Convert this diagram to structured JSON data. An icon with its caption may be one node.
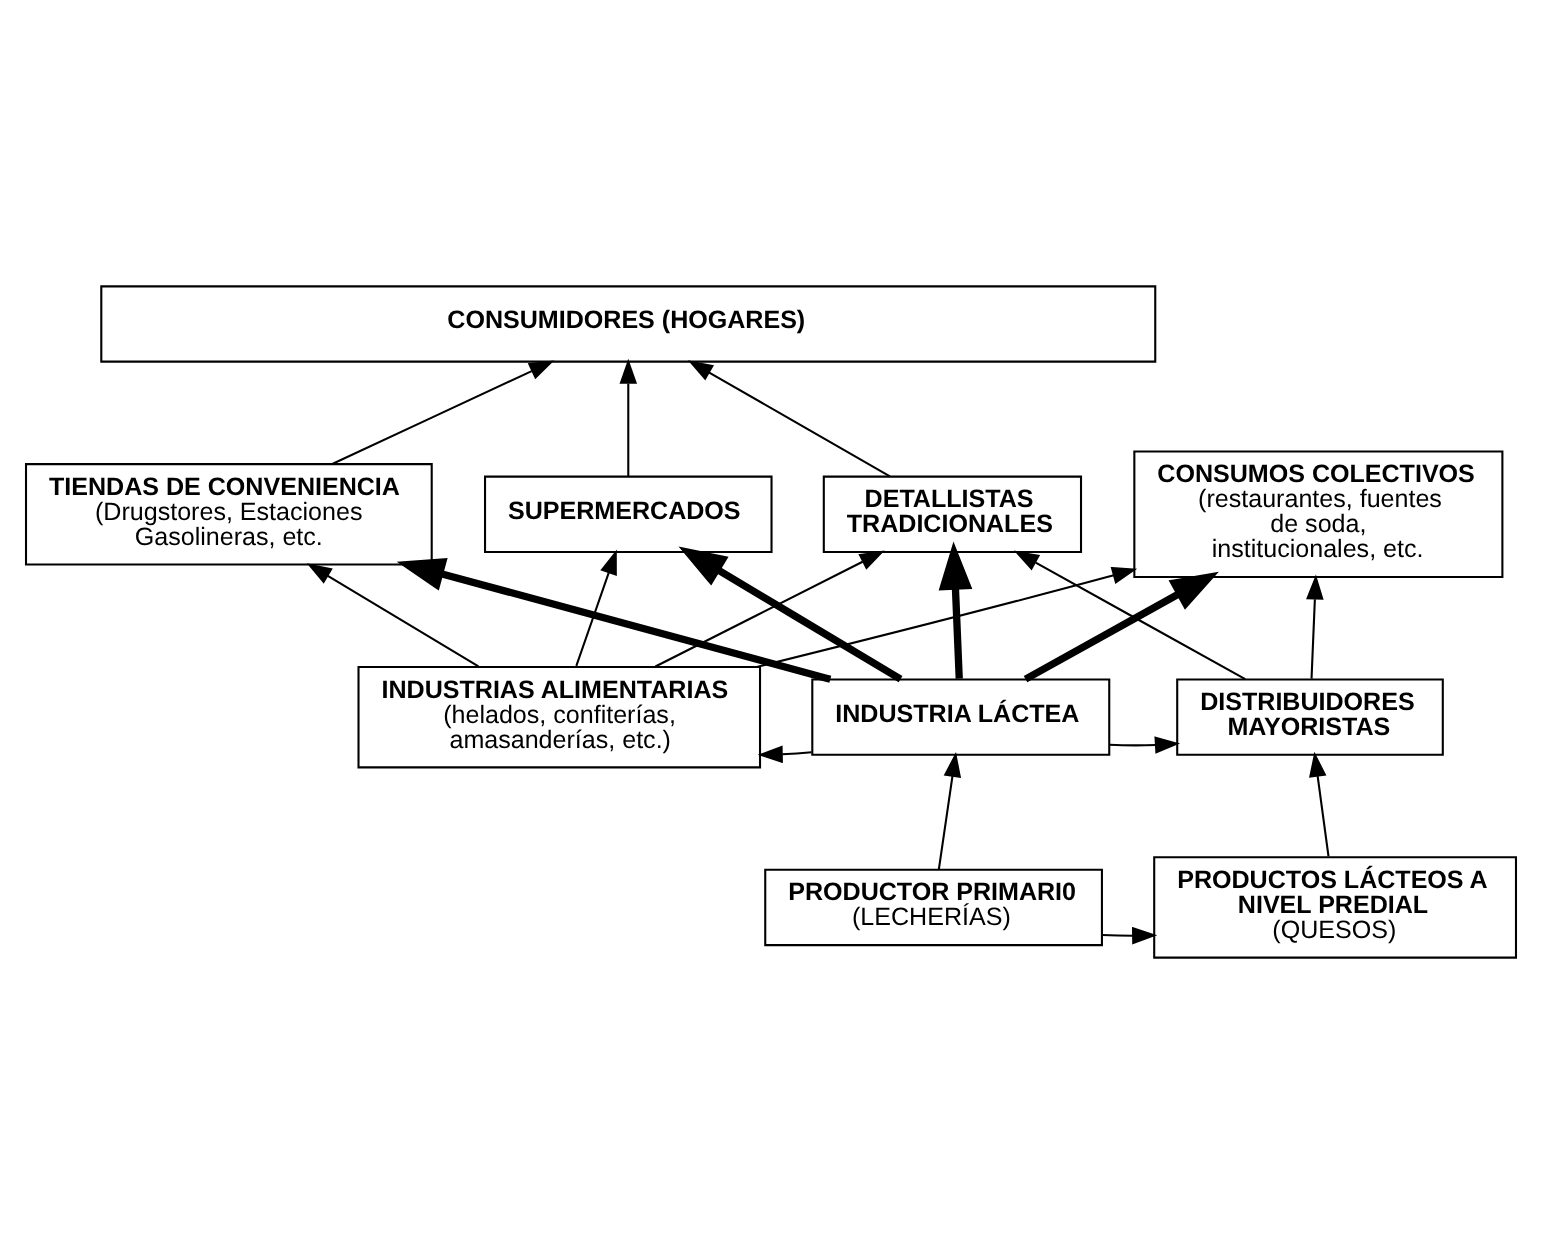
{
  "diagram": {
    "nodes": [
      {
        "text": [
          "CONSUMIDORES (HOGARES)"
        ]
      },
      {
        "text": [
          "TIENDAS DE CONVENIENCIA",
          "(Drugstores, Estaciones Gasolineras, etc."
        ]
      },
      {
        "text": [
          "SUPERMERCADOS"
        ]
      },
      {
        "text": [
          "DETALLISTAS TRADICIONALES"
        ]
      },
      {
        "text": [
          "CONSUMOS COLECTIVOS",
          "(restaurantes, fuentes de soda, institucionales, etc."
        ]
      },
      {
        "text": [
          "INDUSTRIAS ALIMENTARIAS",
          "(helados, confiterías, amasanderías, etc.)"
        ]
      },
      {
        "text": [
          "INDUSTRIA LÁCTEA"
        ]
      },
      {
        "text": [
          "DISTRIBUIDORES MAYORISTAS"
        ]
      },
      {
        "text": [
          "PRODUCTOR PRIMARI0",
          "(LECHERÍAS)"
        ]
      },
      {
        "text": [
          "PRODUCTOS LÁCTEOS A NIVEL PREDIAL",
          "(QUESOS)"
        ]
      }
    ],
    "edges": [
      {
        "from": 1,
        "to": 0,
        "arrow": "to"
      },
      {
        "from": 2,
        "to": 0,
        "arrow": "to"
      },
      {
        "from": 3,
        "to": 0,
        "arrow": "to"
      },
      {
        "from": 5,
        "to": 1,
        "arrow": "to"
      },
      {
        "from": 5,
        "to": 2,
        "arrow": "to"
      },
      {
        "from": 5,
        "to": 3,
        "arrow": "to"
      },
      {
        "from": 5,
        "to": 4,
        "arrow": "to"
      },
      {
        "from": 6,
        "to": 1,
        "arrow": "to",
        "style": "thick"
      },
      {
        "from": 6,
        "to": 2,
        "arrow": "to",
        "style": "thick"
      },
      {
        "from": 6,
        "to": 3,
        "arrow": "to",
        "style": "thick"
      },
      {
        "from": 6,
        "to": 4,
        "arrow": "to",
        "style": "thick"
      },
      {
        "from": 7,
        "to": 3,
        "arrow": "to"
      },
      {
        "from": 7,
        "to": 4,
        "arrow": "to"
      },
      {
        "from": 6,
        "to": 5,
        "arrow": "to"
      },
      {
        "from": 6,
        "to": 7,
        "arrow": "to"
      },
      {
        "from": 8,
        "to": 6,
        "arrow": "to"
      },
      {
        "from": 8,
        "to": 9,
        "arrow": "to"
      },
      {
        "from": 9,
        "to": 7,
        "arrow": "to"
      }
    ]
  }
}
